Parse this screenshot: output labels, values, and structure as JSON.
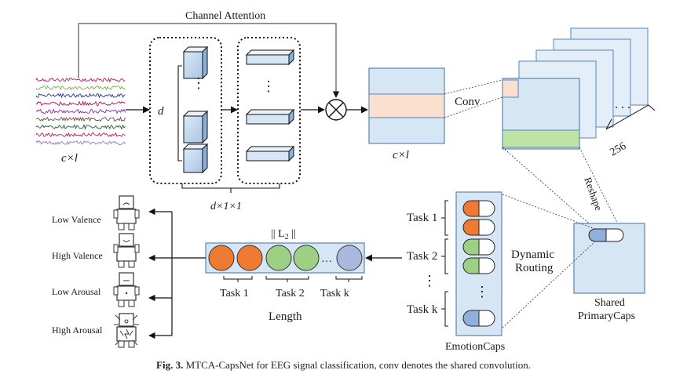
{
  "figure": {
    "channel_attention": "Channel Attention",
    "input_dim": "c×l",
    "d_label": "d",
    "d_dims": "d×1×1",
    "attn_output_dim": "c×l",
    "conv_label": "Conv",
    "feature_count": "256",
    "reshape_label": "Reshape",
    "shared_primary_caps": [
      "Shared",
      "PrimaryCaps"
    ],
    "dynamic_routing": [
      "Dynamic",
      "Routing"
    ],
    "emotion_caps": "EmotionCaps",
    "task_labels": [
      "Task 1",
      "Task 2",
      "Task k"
    ],
    "norm_label": "|| L",
    "norm_sub": "2",
    "norm_close": " ||",
    "length_label": "Length",
    "length_task_labels": [
      "Task 1",
      "Task 2",
      "Task k"
    ],
    "ellipsis": "…",
    "outputs": [
      "Low Valence",
      "High Valence",
      "Low Arousal",
      "High Arousal"
    ]
  },
  "caption": {
    "prefix": "Fig. 3.",
    "text": " MTCA-CapsNet for EEG signal classification, conv denotes the shared convolution."
  },
  "colors": {
    "box_blue": "#d6e6f5",
    "box_blue_stroke": "#5a86b4",
    "orange": "#ee7b31",
    "green": "#9dcf84",
    "light_purple": "#aab8de",
    "peach": "#fbe0cf",
    "light_green": "#bde3a7",
    "capsule_dark_blue": "#8fb0dc",
    "eeg_traces": [
      "#c2185b",
      "#7cb342",
      "#283593",
      "#ad1457",
      "#8e24aa",
      "#6d4c41",
      "#1b5e20",
      "#c2185b",
      "#9575cd"
    ]
  }
}
